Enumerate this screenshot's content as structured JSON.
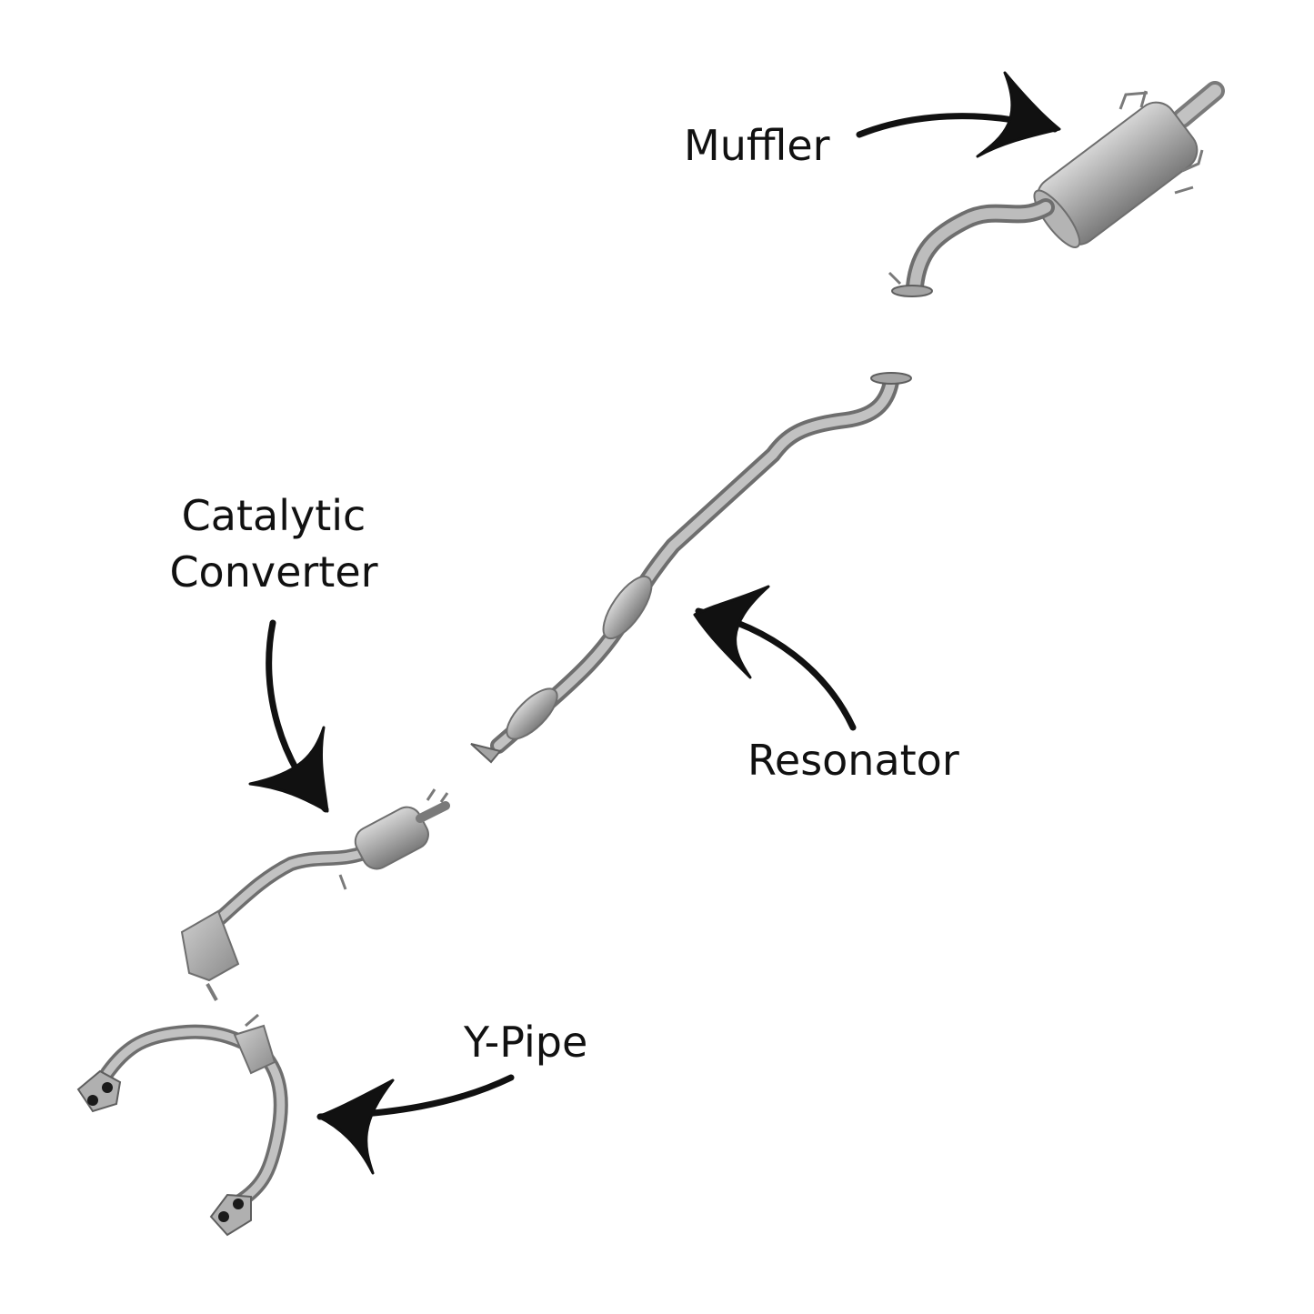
{
  "parts": {
    "muffler": {
      "label": "Muffler"
    },
    "resonator": {
      "label": "Resonator"
    },
    "catalytic_converter": {
      "label_line1": "Catalytic",
      "label_line2": "Converter"
    },
    "y_pipe": {
      "label": "Y-Pipe"
    }
  },
  "colors": {
    "background": "#ffffff",
    "text": "#111111",
    "arrow": "#111111",
    "metal_light": "#c4c4c4",
    "metal_mid": "#9c9c9c",
    "metal_dark": "#6e6e6e"
  }
}
